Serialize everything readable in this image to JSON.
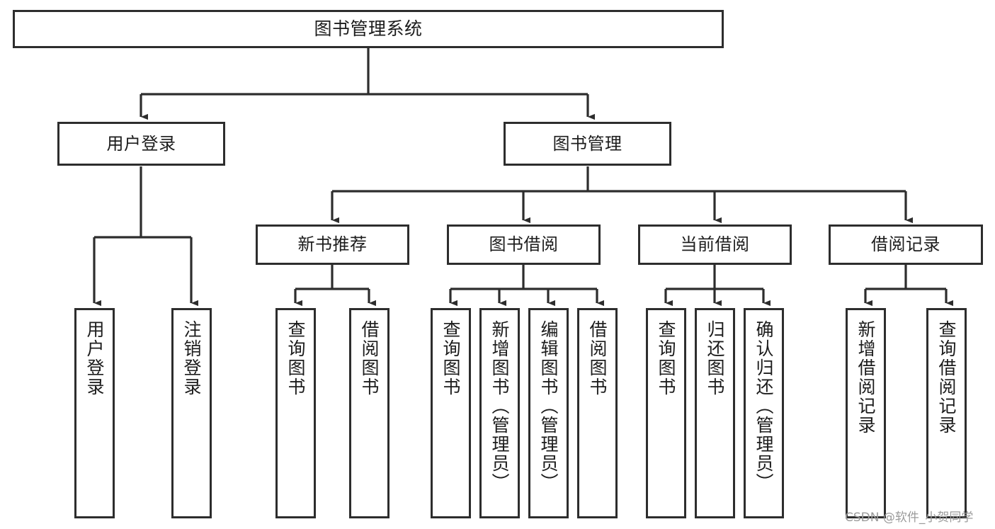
{
  "diagram": {
    "title": "图书管理系统",
    "type": "tree-hierarchy-chart",
    "colors": {
      "border": "#2d2d2d",
      "fill": "#ffffff",
      "text": "#1c1c1c",
      "edge": "#2d2d2d",
      "watermark": "#9b9b9b"
    },
    "nodes": {
      "root": {
        "label": "图书管理系统"
      },
      "level2": [
        {
          "label": "用户登录"
        },
        {
          "label": "图书管理"
        }
      ],
      "level3": [
        {
          "label": "新书推荐"
        },
        {
          "label": "图书借阅"
        },
        {
          "label": "当前借阅"
        },
        {
          "label": "借阅记录"
        }
      ],
      "login_leaves": [
        {
          "label": "用户登录"
        },
        {
          "label": "注销登录"
        }
      ],
      "newbook_leaves": [
        {
          "label": "查询图书"
        },
        {
          "label": "借阅图书"
        }
      ],
      "borrow_leaves": [
        {
          "label": "查询图书"
        },
        {
          "label": "新增图书（管理员）"
        },
        {
          "label": "编辑图书（管理员）"
        },
        {
          "label": "借阅图书"
        }
      ],
      "current_leaves": [
        {
          "label": "查询图书"
        },
        {
          "label": "归还图书"
        },
        {
          "label": "确认归还（管理员）"
        }
      ],
      "record_leaves": [
        {
          "label": "新增借阅记录"
        },
        {
          "label": "查询借阅记录"
        }
      ]
    },
    "watermark": {
      "text": "CSDN @软件_小贺同学"
    }
  }
}
